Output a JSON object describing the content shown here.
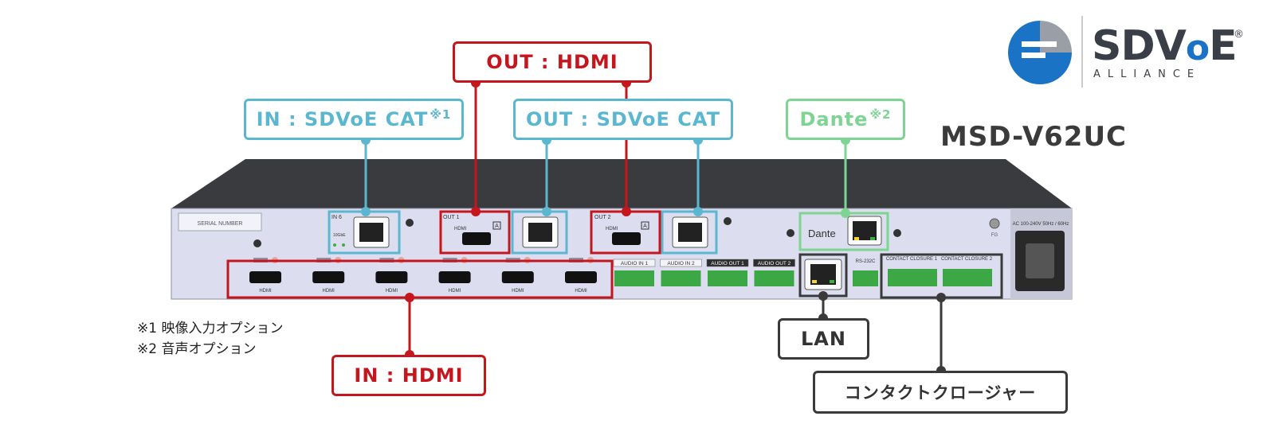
{
  "model": "MSD-V62UC",
  "logo": {
    "name": "SDVoE",
    "name_main": "SDV",
    "name_o": "o",
    "name_end": "E",
    "reg": "®",
    "sub": "ALLIANCE"
  },
  "labels": {
    "out_hdmi": "OUT : HDMI",
    "in_sdvoe_cat": "IN : SDVoE CAT",
    "in_sdvoe_cat_mark": "※1",
    "out_sdvoe_cat": "OUT : SDVoE CAT",
    "dante": "Dante",
    "dante_mark": "※2",
    "in_hdmi": "IN : HDMI",
    "lan": "LAN",
    "contact_closure": "コンタクトクロージャー"
  },
  "notes": [
    "※1  映像入力オプション",
    "※2  音声オプション"
  ],
  "panel": {
    "serial_number": "SERIAL NUMBER",
    "in_port": "IN 6",
    "in_port_leds": "10GbE",
    "out1": "OUT 1",
    "out2": "OUT 2",
    "hdmi": "HDMI",
    "a_mark": "A",
    "hdmi_inputs": [
      "HDMI",
      "HDMI",
      "HDMI",
      "HDMI",
      "HDMI",
      "HDMI"
    ],
    "audio_blocks": [
      "AUDIO IN 1",
      "AUDIO IN 2",
      "AUDIO OUT 1",
      "AUDIO OUT 2"
    ],
    "dante_logo": "Dante",
    "rs232c": "RS-232C",
    "contact_closure_1": "CONTACT CLOSURE 1",
    "contact_closure_2": "CONTACT CLOSURE 2",
    "ac_label": "AC 100-240V 50Hz / 60Hz",
    "fg": "FG"
  },
  "colors": {
    "red": "#c4161c",
    "cyan": "#5ab7cf",
    "green": "#7ed492",
    "dark": "#3a3a3a",
    "panel": "#dcdef0",
    "chassis_top": "#3a3b3e",
    "logo_blue": "#1b73c6"
  }
}
